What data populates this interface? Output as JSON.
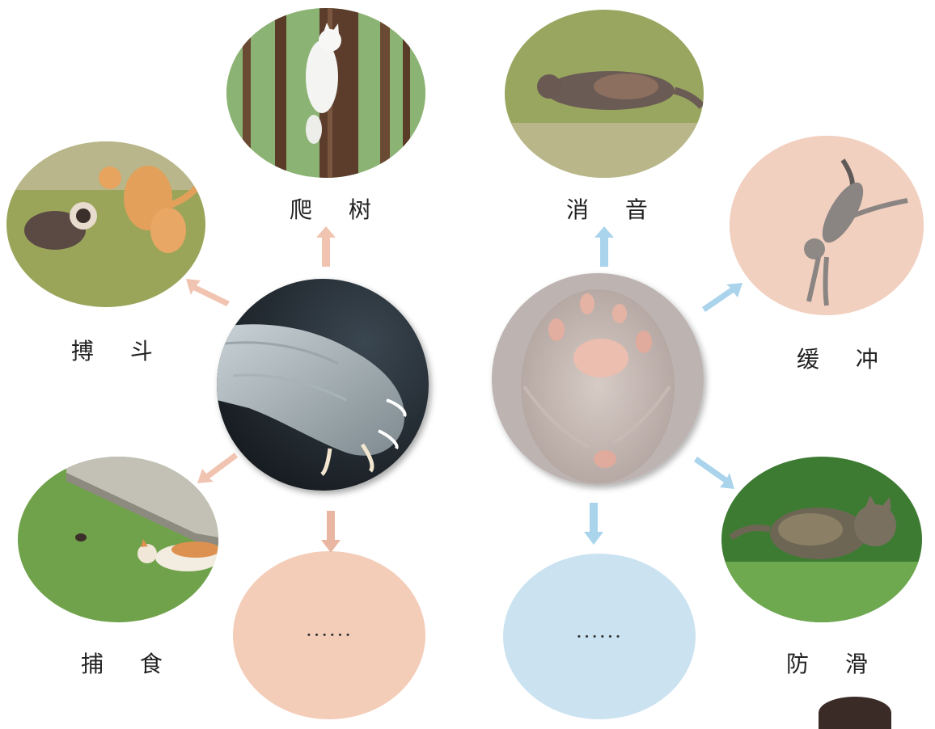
{
  "left_center": {
    "icon": "cat-claw-photo"
  },
  "right_center": {
    "icon": "cat-paw-pad-photo"
  },
  "left_items": [
    {
      "label": "爬 树",
      "icon": "white-cat-climbing-tree-photo"
    },
    {
      "label": "搏 斗",
      "icon": "cats-fighting-photo"
    },
    {
      "label": "捕 食",
      "icon": "cat-hunting-bird-photo"
    }
  ],
  "right_items": [
    {
      "label": "消 音",
      "icon": "cat-sneaking-photo"
    },
    {
      "label": "缓 冲",
      "icon": "cat-jumping-photo"
    },
    {
      "label": "防 滑",
      "icon": "kitten-running-photo"
    }
  ],
  "left_more": "······",
  "right_more": "······",
  "colors": {
    "left_accent": "#f0c4b0",
    "left_bubble": "#f4cdb9",
    "right_accent": "#a9d4ec",
    "right_bubble": "#cbe3f1"
  }
}
